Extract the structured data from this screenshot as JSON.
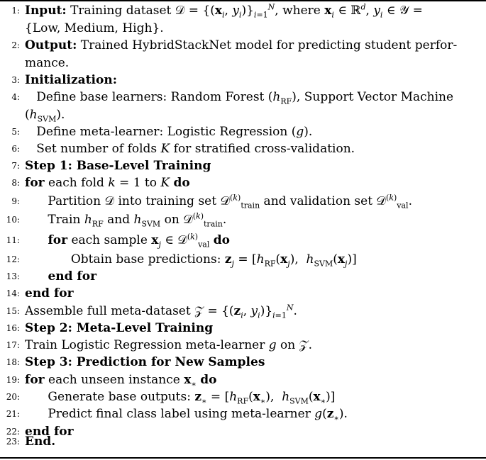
{
  "algorithm": {
    "lines": [
      {
        "n": "1:",
        "html": "<b>Input:</b> Training dataset 𝒟 = {(<b>x</b><sub><i>i</i></sub>, <i>y</i><sub><i>i</i></sub>)}<sub><i>i</i>=1</sub><sup><i>N</i></sup>, where <b>x</b><sub><i>i</i></sub> ∈ ℝ<sup><i>d</i></sup>, <i>y</i><sub><i>i</i></sub> ∈ 𝒴 ="
      },
      {
        "n": "",
        "html": "{Low, Medium, High}."
      },
      {
        "n": "2:",
        "html": "<b>Output:</b> Trained HybridStackNet model for predicting student perfor-"
      },
      {
        "n": "",
        "html": "mance."
      },
      {
        "n": "3:",
        "html": "<b>Initialization:</b>"
      },
      {
        "n": "4:",
        "html": "&nbsp;&nbsp;&nbsp;Define base learners: Random Forest (<i>h</i><sub>RF</sub>), Support Vector Machine"
      },
      {
        "n": "",
        "html": "(<i>h</i><sub>SVM</sub>)."
      },
      {
        "n": "5:",
        "html": "&nbsp;&nbsp;&nbsp;Define meta-learner: Logistic Regression (<i>g</i>)."
      },
      {
        "n": "6:",
        "html": "&nbsp;&nbsp;&nbsp;Set number of folds <i>K</i> for stratified cross-validation."
      },
      {
        "n": "7:",
        "html": "<b>Step 1: Base-Level Training</b>"
      },
      {
        "n": "8:",
        "html": "<b>for</b> each fold <i>k</i> = 1 to <i>K</i> <b>do</b>"
      },
      {
        "n": "9:",
        "html": "&nbsp;&nbsp;&nbsp;&nbsp;&nbsp;&nbsp;Partition 𝒟 into training set 𝒟<sup>(<i>k</i>)</sup><sub>train</sub> and validation set 𝒟<sup>(<i>k</i>)</sup><sub>val</sub>."
      },
      {
        "n": "10:",
        "html": "&nbsp;&nbsp;&nbsp;&nbsp;&nbsp;&nbsp;Train <i>h</i><sub>RF</sub> and <i>h</i><sub>SVM</sub> on 𝒟<sup>(<i>k</i>)</sup><sub>train</sub>."
      },
      {
        "n": "11:",
        "html": "&nbsp;&nbsp;&nbsp;&nbsp;&nbsp;&nbsp;<b>for</b> each sample <b>x</b><sub><i>j</i></sub> ∈ 𝒟<sup>(<i>k</i>)</sup><sub>val</sub> <b>do</b>"
      },
      {
        "n": "12:",
        "html": "&nbsp;&nbsp;&nbsp;&nbsp;&nbsp;&nbsp;&nbsp;&nbsp;&nbsp;&nbsp;&nbsp;&nbsp;Obtain base predictions: <b>z</b><sub><i>j</i></sub> = [<i>h</i><sub>RF</sub>(<b>x</b><sub><i>j</i></sub>), &nbsp;<i>h</i><sub>SVM</sub>(<b>x</b><sub><i>j</i></sub>)]"
      },
      {
        "n": "13:",
        "html": "&nbsp;&nbsp;&nbsp;&nbsp;&nbsp;&nbsp;<b>end for</b>"
      },
      {
        "n": "14:",
        "html": "<b>end for</b>"
      },
      {
        "n": "15:",
        "html": "Assemble full meta-dataset 𝒵 = {(<b>z</b><sub><i>i</i></sub>, <i>y</i><sub><i>i</i></sub>)}<sub><i>i</i>=1</sub><sup><i>N</i></sup>."
      },
      {
        "n": "16:",
        "html": "<b>Step 2: Meta-Level Training</b>"
      },
      {
        "n": "17:",
        "html": "Train Logistic Regression meta-learner <i>g</i> on 𝒵."
      },
      {
        "n": "18:",
        "html": "<b>Step 3: Prediction for New Samples</b>"
      },
      {
        "n": "19:",
        "html": "<b>for</b> each unseen instance <b>x</b><sub>∗</sub> <b>do</b>"
      },
      {
        "n": "20:",
        "html": "&nbsp;&nbsp;&nbsp;&nbsp;&nbsp;&nbsp;Generate base outputs: <b>z</b><sub>∗</sub> = [<i>h</i><sub>RF</sub>(<b>x</b><sub>∗</sub>), &nbsp;<i>h</i><sub>SVM</sub>(<b>x</b><sub>∗</sub>)]"
      },
      {
        "n": "21:",
        "html": "&nbsp;&nbsp;&nbsp;&nbsp;&nbsp;&nbsp;Predict final class label using meta-learner <i>g</i>(<b>z</b><sub>∗</sub>)."
      },
      {
        "n": "22:",
        "html": "<b>end for</b>"
      },
      {
        "n": "23:",
        "html": "<b>End.</b>"
      }
    ]
  }
}
